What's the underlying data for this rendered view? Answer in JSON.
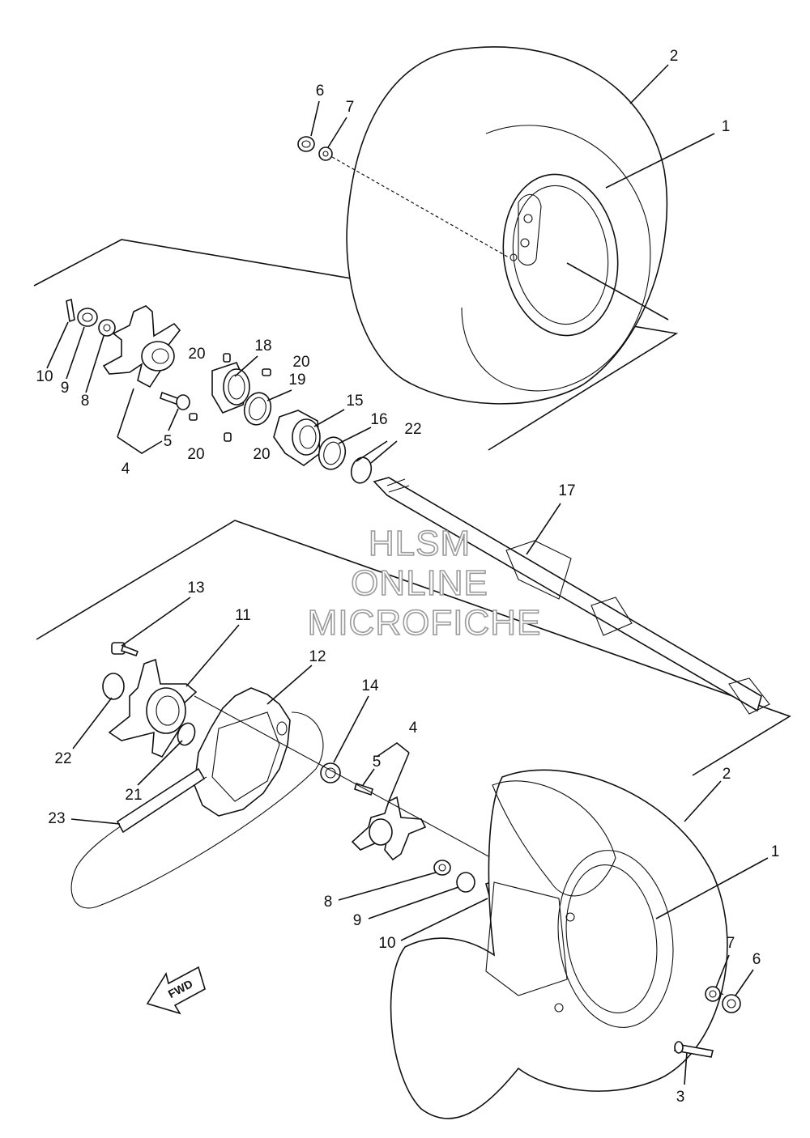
{
  "watermark": {
    "line1": "HLSM",
    "line2": "ONLINE",
    "line3": "MICROFICHE"
  },
  "fwd_arrow": {
    "label": "FWD"
  },
  "callouts": {
    "upper_tire": "2",
    "upper_rim": "1",
    "upper_nut": "6",
    "upper_washer": "7",
    "upper_cotter": "10",
    "upper_castle_nut": "9",
    "upper_plain_washer": "8",
    "upper_hub_assy": "4",
    "upper_stud": "5",
    "bearing_housing": "18",
    "set_screw_a": "20",
    "set_screw_b": "20",
    "set_screw_c": "20",
    "set_screw_d": "20",
    "seal": "19",
    "bearing": "15",
    "spacer": "16",
    "o_ring_upper": "22",
    "axle": "17",
    "bolt": "13",
    "hub_lower": "11",
    "sprocket": "12",
    "nut_14": "14",
    "o_ring_lower": "22",
    "circlip": "21",
    "chain": "23",
    "lower_hub_assy": "4",
    "lower_stud": "5",
    "lower_tire": "2",
    "lower_rim": "1",
    "lower_plain_washer": "8",
    "lower_castle_nut": "9",
    "lower_cotter": "10",
    "lower_washer": "7",
    "lower_nut": "6",
    "valve": "3"
  }
}
